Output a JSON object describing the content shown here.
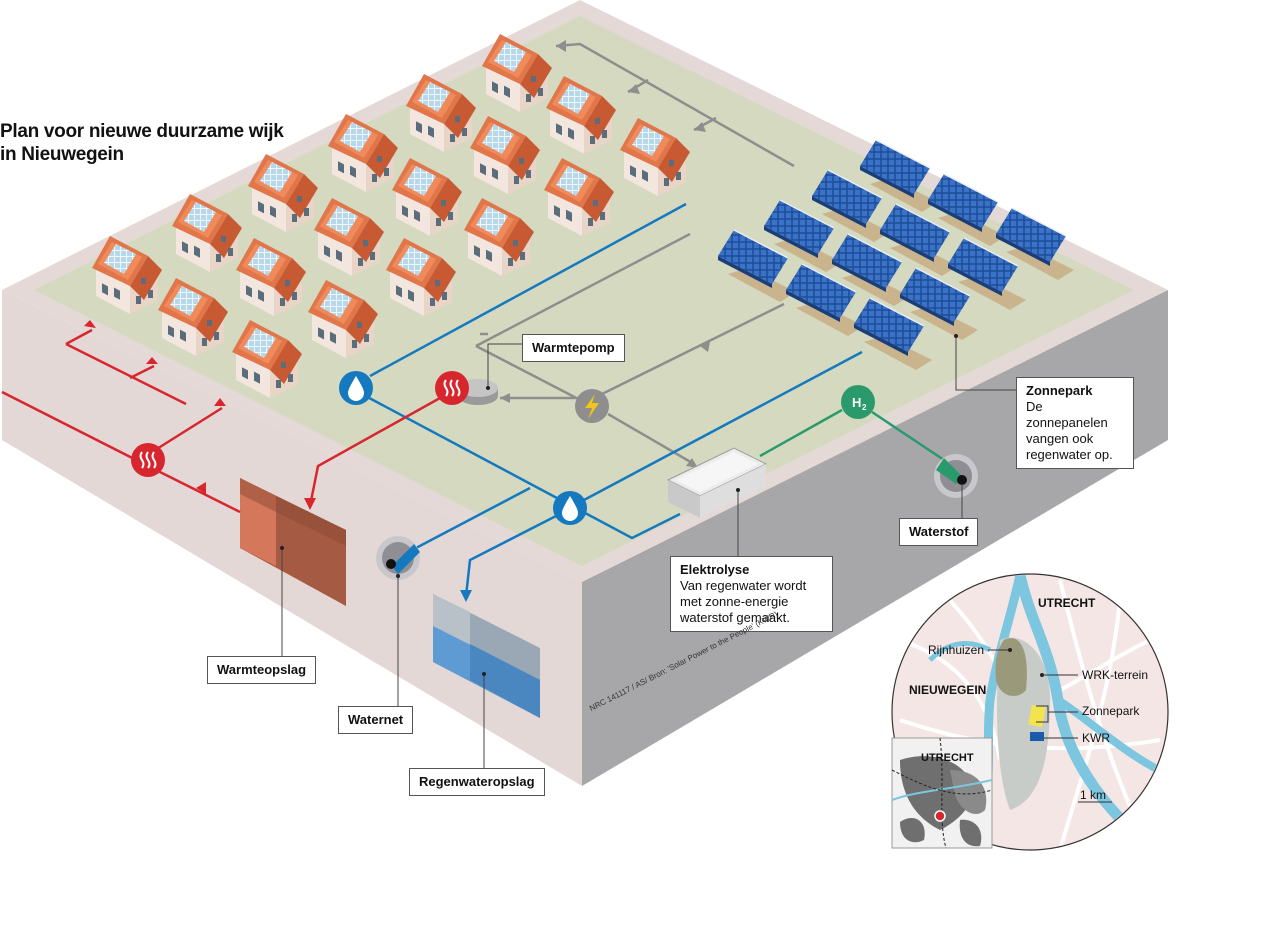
{
  "title": {
    "line1": "Plan voor nieuwe duurzame wijk",
    "line2": "in Nieuwegein"
  },
  "labels": {
    "warmtepomp": "Warmtepomp",
    "zonnepark_title": "Zonnepark",
    "zonnepark_text": "De zonnepanelen vangen ook regenwater op.",
    "elektrolyse_title": "Elektrolyse",
    "elektrolyse_text": "Van regenwater wordt met zonne-energie waterstof gemaakt.",
    "waterstof": "Waterstof",
    "warmteopslag": "Warmteopslag",
    "waternet": "Waternet",
    "regenwateropslag": "Regenwateropslag"
  },
  "icons": {
    "h2": "H",
    "h2_sub": "2"
  },
  "credit": "NRC 141117 / AS/ Bron: 'Solar Power to the People' (KWR)",
  "map": {
    "utrecht": "UTRECHT",
    "nieuwegein": "NIEUWEGEIN",
    "rijnhuizen": "Rijnhuizen",
    "wrk": "WRK-terrein",
    "zonnepark": "Zonnepark",
    "kwr": "KWR",
    "scale": "1 km",
    "inset_utrecht": "UTRECHT"
  },
  "colors": {
    "ground": "#d4d9bf",
    "side_left": "#e3d8d5",
    "side_right": "#a9a9ab",
    "heat": "#d8262f",
    "water": "#1479bf",
    "power": "#8e8e8e",
    "hydrogen": "#2a9a6c",
    "roof": "#e0764a"
  }
}
